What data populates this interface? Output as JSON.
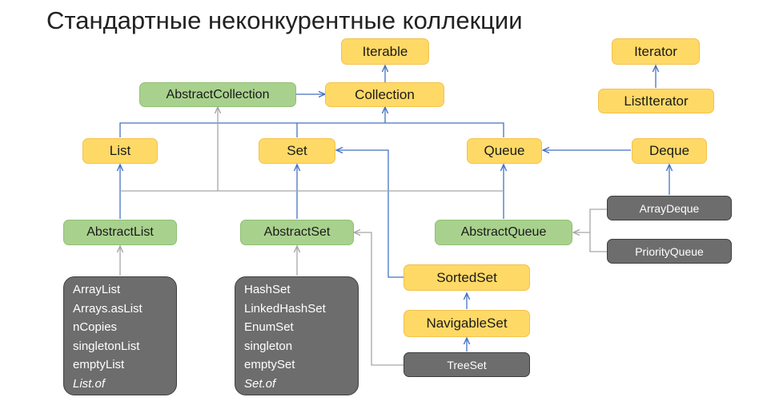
{
  "title": "Стандартные неконкурентные коллекции",
  "colors": {
    "interface_fill": "#ffd966",
    "abstract_fill": "#a9d18e",
    "implementation_fill": "#6d6d6d",
    "arrow_blue": "#4472c4",
    "arrow_gray": "#a6a6a6"
  },
  "nodes": {
    "iterable": "Iterable",
    "iterator": "Iterator",
    "abstract_collection": "AbstractCollection",
    "collection": "Collection",
    "list_iterator": "ListIterator",
    "list": "List",
    "set": "Set",
    "queue": "Queue",
    "deque": "Deque",
    "array_deque": "ArrayDeque",
    "abstract_list": "AbstractList",
    "abstract_set": "AbstractSet",
    "abstract_queue": "AbstractQueue",
    "priority_queue": "PriorityQueue",
    "sorted_set": "SortedSet",
    "navigable_set": "NavigableSet",
    "tree_set": "TreeSet"
  },
  "list_impls": [
    "ArrayList",
    "Arrays.asList",
    "nCopies",
    "singletonList",
    "emptyList",
    "List.of"
  ],
  "set_impls": [
    "HashSet",
    "LinkedHashSet",
    "EnumSet",
    "singleton",
    "emptySet",
    "Set.of"
  ]
}
